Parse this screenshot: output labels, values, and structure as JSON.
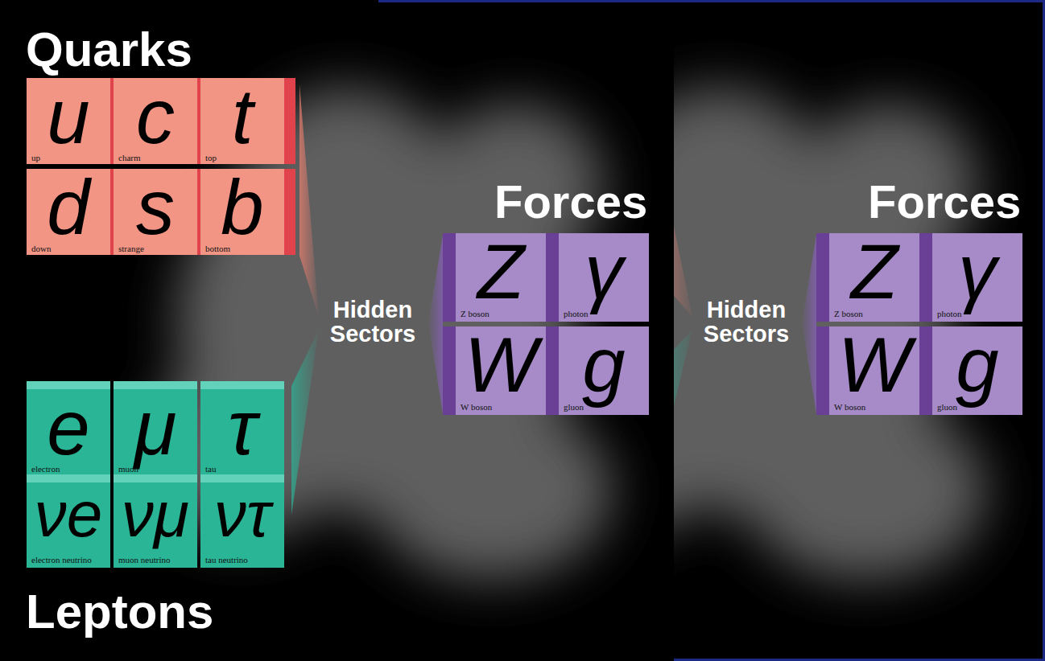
{
  "diagram": {
    "nodes": [
      {
        "text": [
          "u",
          "up"
        ]
      },
      {
        "text": [
          "c",
          "charm"
        ]
      },
      {
        "text": [
          "t",
          "top"
        ]
      },
      {
        "text": [
          "d",
          "down"
        ]
      },
      {
        "text": [
          "s",
          "strange"
        ]
      },
      {
        "text": [
          "b",
          "bottom"
        ]
      },
      {
        "text": [
          "e",
          "electron"
        ]
      },
      {
        "text": [
          "μ",
          "muon"
        ]
      },
      {
        "text": [
          "τ",
          "tau"
        ]
      },
      {
        "text": [
          "νe",
          "electron neutrino"
        ]
      },
      {
        "text": [
          "νμ",
          "muon neutrino"
        ]
      },
      {
        "text": [
          "ντ",
          "tau neutrino"
        ]
      },
      {
        "text": [
          "Hidden Sectors"
        ]
      },
      {
        "text": [
          "Z",
          "Z boson"
        ]
      },
      {
        "text": [
          "γ",
          "photon"
        ]
      },
      {
        "text": [
          "W",
          "W boson"
        ]
      },
      {
        "text": [
          "g",
          "gluon"
        ]
      },
      {
        "text": [
          "Hidden Sectors"
        ]
      },
      {
        "text": [
          "Z",
          "Z boson"
        ]
      },
      {
        "text": [
          "γ",
          "photon"
        ]
      },
      {
        "text": [
          "W",
          "W boson"
        ]
      },
      {
        "text": [
          "g",
          "gluon"
        ]
      }
    ],
    "labels": [
      "Quarks",
      "Leptons",
      "Forces",
      "Forces"
    ]
  }
}
